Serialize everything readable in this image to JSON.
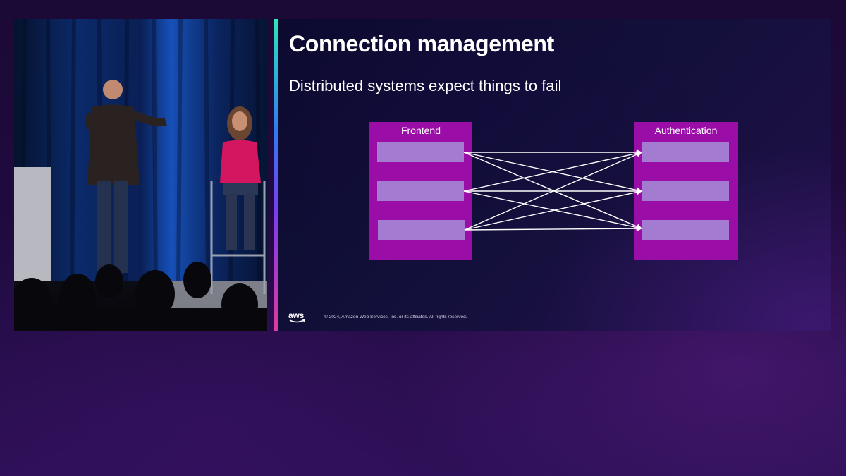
{
  "slide": {
    "title": "Connection management",
    "subtitle": "Distributed systems expect things to fail",
    "copyright": "© 2024, Amazon Web Services, Inc. or its affiliates. All rights reserved.",
    "logo_text": "aws"
  },
  "diagram": {
    "left_group": {
      "label": "Frontend",
      "slot_count": 3
    },
    "right_group": {
      "label": "Authentication",
      "slot_count": 3
    },
    "connections": "every frontend slot connects to every authentication slot",
    "group_color": "#9a0da6",
    "slot_color": "#a37bd0",
    "arrow_color": "#ffffff"
  },
  "colors": {
    "background": "#1d0a3a",
    "accent_top": "#2ee6b8",
    "accent_mid": "#7a3cf0",
    "accent_bottom": "#e03a9c"
  }
}
